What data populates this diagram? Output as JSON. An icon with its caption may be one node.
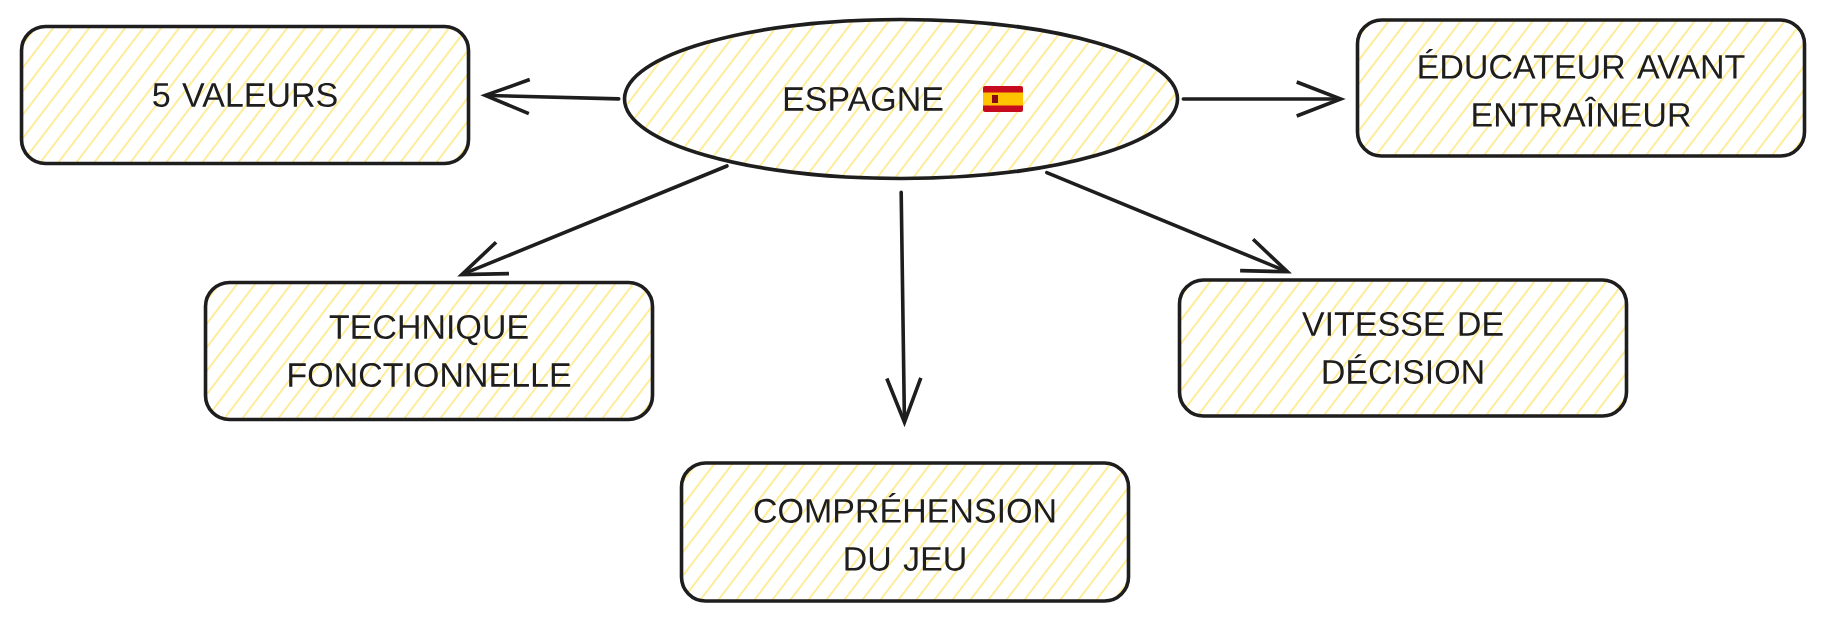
{
  "diagram": {
    "nodes": [
      {
        "text": [
          "5 VALEURS"
        ]
      },
      {
        "text": [
          "ESPAGNE"
        ]
      },
      {
        "text": [
          "ÉDUCATEUR AVANT ENTRAÎNEUR"
        ]
      },
      {
        "text": [
          "TECHNIQUE FONCTIONNELLE"
        ]
      },
      {
        "text": [
          "VITESSE DE DÉCISION"
        ]
      },
      {
        "text": [
          "COMPRÉHENSION DU JEU"
        ]
      }
    ],
    "edges": [
      {
        "from": 1,
        "to": 0,
        "arrow": "to"
      },
      {
        "from": 1,
        "to": 2,
        "arrow": "to"
      },
      {
        "from": 1,
        "to": 3,
        "arrow": "to"
      },
      {
        "from": 1,
        "to": 5,
        "arrow": "to"
      },
      {
        "from": 1,
        "to": 4,
        "arrow": "to"
      }
    ]
  }
}
